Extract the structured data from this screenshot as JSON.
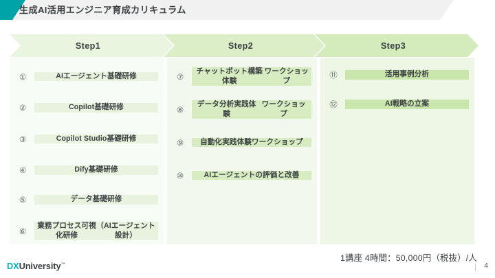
{
  "header": {
    "title": "生成AI活用エンジニア育成カリキュラム",
    "band_color": "#f1f1f1",
    "accent_color": "#00a3a7"
  },
  "steps": [
    {
      "label": "Step1",
      "header_color": "#eaf5e0",
      "column_bg": "#f8fcf6",
      "box_color": "#e9f2de",
      "items": [
        {
          "number": "①",
          "lines": [
            "AIエージェント",
            "基礎研修"
          ],
          "height": 39
        },
        {
          "number": "②",
          "lines": [
            "Copilot基礎研修"
          ],
          "height": 34
        },
        {
          "number": "③",
          "lines": [
            "Copilot Studio",
            "基礎研修"
          ],
          "height": 39
        },
        {
          "number": "④",
          "lines": [
            "Dify基礎研修"
          ],
          "height": 34
        },
        {
          "number": "⑤",
          "lines": [
            "データ基礎研修"
          ],
          "height": 34
        },
        {
          "number": "⑥",
          "lines": [
            "業務プロセス可視化研修",
            "（AIエージェント設計）"
          ],
          "height": 39
        }
      ]
    },
    {
      "label": "Step2",
      "header_color": "#dceec8",
      "column_bg": "#f2f8ed",
      "box_color": "#d7ecc0",
      "items": [
        {
          "number": "⑦",
          "lines": [
            "チャットボット構築体験",
            "ワークショップ"
          ],
          "height": 39
        },
        {
          "number": "⑧",
          "lines": [
            "データ分析実践体験",
            "ワークショップ"
          ],
          "height": 39
        },
        {
          "number": "⑨",
          "lines": [
            "自動化実践",
            "体験ワークショップ"
          ],
          "height": 39
        },
        {
          "number": "⑩",
          "lines": [
            "AIエージェントの",
            "評価と改善"
          ],
          "height": 39
        }
      ]
    },
    {
      "label": "Step3",
      "header_color": "#d4ebbc",
      "column_bg": "#eef6e6",
      "box_color": "#c9e6ac",
      "items": [
        {
          "number": "⑪",
          "lines": [
            "活用事例分析"
          ],
          "height": 34
        },
        {
          "number": "⑫",
          "lines": [
            "AI戦略の立案"
          ],
          "height": 34
        }
      ]
    }
  ],
  "footer": {
    "price_note": "1講座 4時間：50,000円（税抜）/人",
    "logo_primary": "DX",
    "logo_secondary": "University",
    "logo_tm": "™",
    "page_number": "4"
  }
}
